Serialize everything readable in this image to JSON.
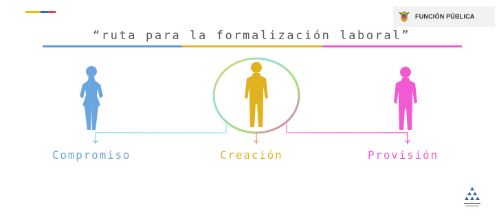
{
  "header": {
    "flag_colors": [
      "#f5b800",
      "#2b6cc4",
      "#e04545"
    ],
    "logo": {
      "icon": "colombia-coat-of-arms-icon",
      "text": "FUNCIÓN PÚBLICA"
    }
  },
  "title": {
    "text": "“ruta para la formalización laboral”",
    "bar_colors": [
      "#5b9be0",
      "#e8b624",
      "#f25ad2"
    ]
  },
  "stages": [
    {
      "label": "Compromiso",
      "figure": "female",
      "color": "#6aa6de",
      "highlighted": false
    },
    {
      "label": "Creación",
      "figure": "male",
      "color": "#e2b21e",
      "highlighted": true
    },
    {
      "label": "Provisión",
      "figure": "male",
      "color": "#f25ad2",
      "highlighted": false
    }
  ],
  "footer": {
    "logo_icon": "cepa-pyramid-logo-icon"
  }
}
